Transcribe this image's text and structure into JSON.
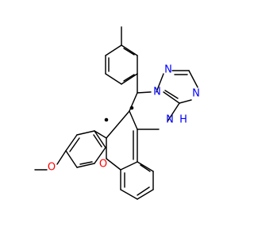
{
  "molecule": {
    "atoms": {
      "methoxy_o": {
        "symbol": "O",
        "color": "#ff0000"
      },
      "pyran_o": {
        "symbol": "O",
        "color": "#ff0000"
      },
      "triazole_n_top": {
        "symbol": "N",
        "color": "#0000ff"
      },
      "triazole_n_right": {
        "symbol": "N",
        "color": "#0000ff"
      },
      "triazole_n_bridge": {
        "symbol": "N",
        "color": "#0000ff"
      },
      "amine_nh": {
        "symbol": "N",
        "h": "H",
        "color": "#0000ff"
      }
    },
    "stereo_centers": [
      {
        "name": "c6-stereo-dot"
      },
      {
        "name": "c7-stereo-dot"
      }
    ],
    "bond_color": "#000000"
  }
}
